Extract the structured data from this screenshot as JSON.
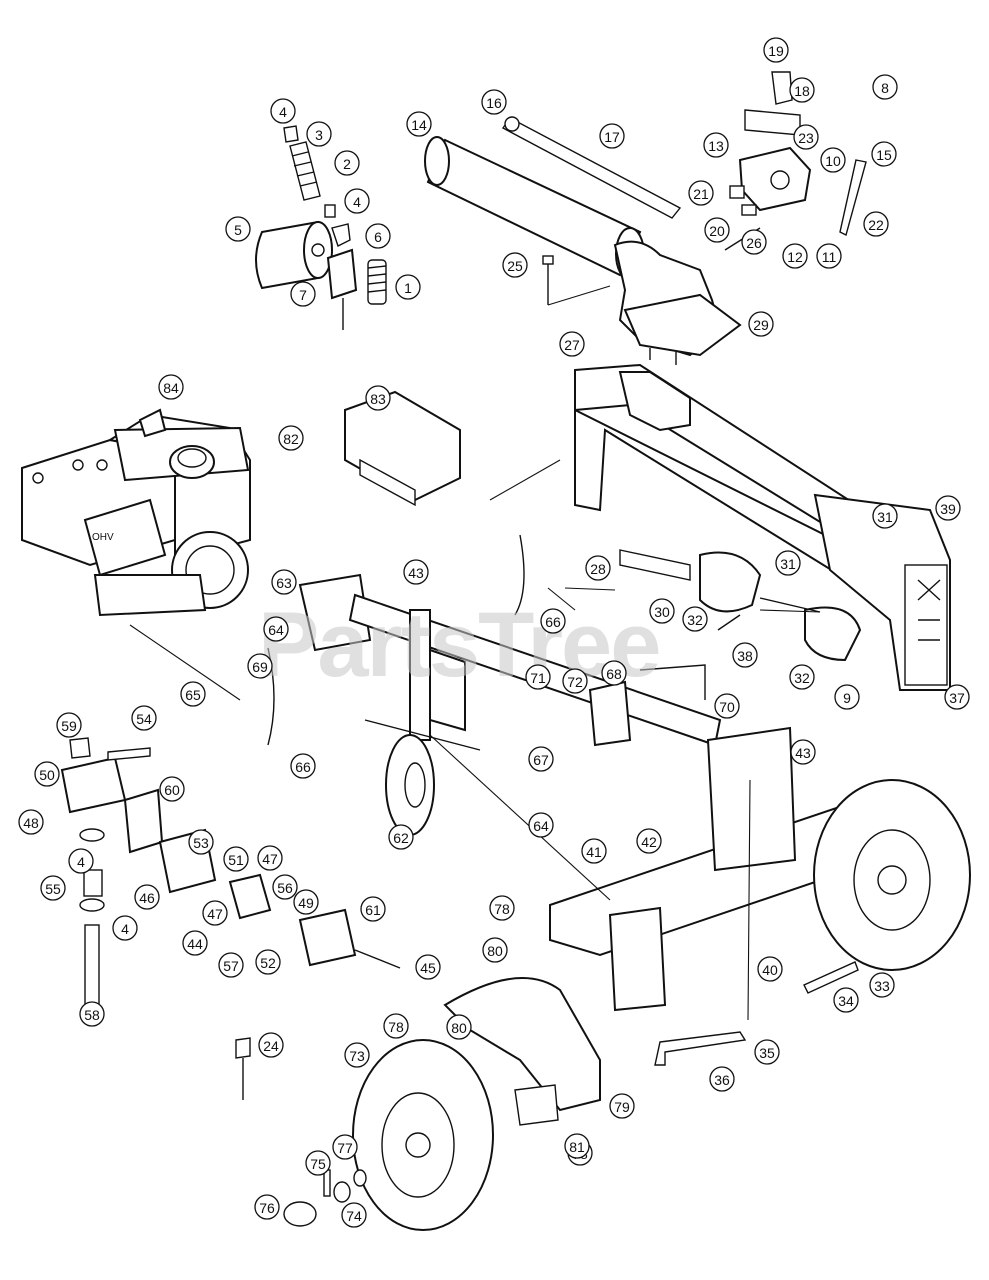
{
  "watermark": "PartsTree",
  "engine_badge": "OHV",
  "callouts": [
    {
      "n": "1"
    },
    {
      "n": "2"
    },
    {
      "n": "3"
    },
    {
      "n": "4"
    },
    {
      "n": "4"
    },
    {
      "n": "4"
    },
    {
      "n": "4"
    },
    {
      "n": "5"
    },
    {
      "n": "6"
    },
    {
      "n": "7"
    },
    {
      "n": "8"
    },
    {
      "n": "9"
    },
    {
      "n": "10"
    },
    {
      "n": "11"
    },
    {
      "n": "12"
    },
    {
      "n": "13"
    },
    {
      "n": "14"
    },
    {
      "n": "15"
    },
    {
      "n": "16"
    },
    {
      "n": "17"
    },
    {
      "n": "18"
    },
    {
      "n": "19"
    },
    {
      "n": "20"
    },
    {
      "n": "21"
    },
    {
      "n": "22"
    },
    {
      "n": "23"
    },
    {
      "n": "24"
    },
    {
      "n": "25"
    },
    {
      "n": "26"
    },
    {
      "n": "27"
    },
    {
      "n": "28"
    },
    {
      "n": "29"
    },
    {
      "n": "30"
    },
    {
      "n": "31"
    },
    {
      "n": "31"
    },
    {
      "n": "32"
    },
    {
      "n": "32"
    },
    {
      "n": "33"
    },
    {
      "n": "34"
    },
    {
      "n": "35"
    },
    {
      "n": "36"
    },
    {
      "n": "37"
    },
    {
      "n": "38"
    },
    {
      "n": "39"
    },
    {
      "n": "40"
    },
    {
      "n": "41"
    },
    {
      "n": "42"
    },
    {
      "n": "43"
    },
    {
      "n": "43"
    },
    {
      "n": "44"
    },
    {
      "n": "45"
    },
    {
      "n": "46"
    },
    {
      "n": "47"
    },
    {
      "n": "47"
    },
    {
      "n": "48"
    },
    {
      "n": "49"
    },
    {
      "n": "50"
    },
    {
      "n": "51"
    },
    {
      "n": "52"
    },
    {
      "n": "53"
    },
    {
      "n": "54"
    },
    {
      "n": "55"
    },
    {
      "n": "56"
    },
    {
      "n": "57"
    },
    {
      "n": "58"
    },
    {
      "n": "59"
    },
    {
      "n": "60"
    },
    {
      "n": "61"
    },
    {
      "n": "62"
    },
    {
      "n": "63"
    },
    {
      "n": "64"
    },
    {
      "n": "64"
    },
    {
      "n": "65"
    },
    {
      "n": "66"
    },
    {
      "n": "66"
    },
    {
      "n": "67"
    },
    {
      "n": "68"
    },
    {
      "n": "69"
    },
    {
      "n": "70"
    },
    {
      "n": "71"
    },
    {
      "n": "72"
    },
    {
      "n": "73"
    },
    {
      "n": "74"
    },
    {
      "n": "75"
    },
    {
      "n": "76"
    },
    {
      "n": "77"
    },
    {
      "n": "78"
    },
    {
      "n": "78"
    },
    {
      "n": "78"
    },
    {
      "n": "79"
    },
    {
      "n": "80"
    },
    {
      "n": "80"
    },
    {
      "n": "81"
    },
    {
      "n": "82"
    },
    {
      "n": "83"
    },
    {
      "n": "84"
    }
  ]
}
